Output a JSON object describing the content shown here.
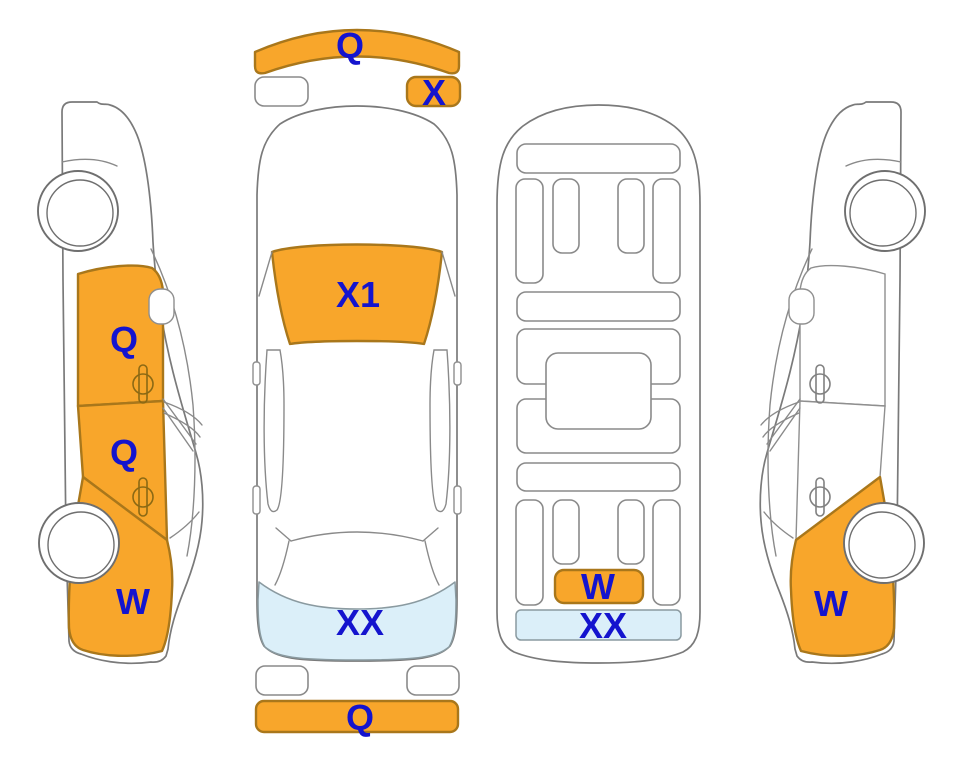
{
  "diagram": {
    "type": "vehicle-damage-diagram",
    "colors": {
      "damage_zone_orange": "#F8A62B",
      "damage_zone_orange_border": "#A9771B",
      "damage_zone_light_blue": "#DBEFF9",
      "label_blue": "#1414CE",
      "outline_gray": "#7a7a7a",
      "background": "#ffffff"
    },
    "views": {
      "left_side": {
        "name": "left-side-view",
        "zones": [
          {
            "part": "front-door",
            "code": "Q"
          },
          {
            "part": "rear-door",
            "code": "Q"
          },
          {
            "part": "rear-quarter-panel",
            "code": "W"
          }
        ]
      },
      "top": {
        "name": "top-view",
        "zones": [
          {
            "part": "front-bumper",
            "code": "Q"
          },
          {
            "part": "right-headlight",
            "code": "X"
          },
          {
            "part": "windshield",
            "code": "X1"
          },
          {
            "part": "trunk",
            "code": "XX"
          },
          {
            "part": "rear-bumper",
            "code": "Q"
          }
        ]
      },
      "underside": {
        "name": "underside-view",
        "zones": [
          {
            "part": "rear-cross-member",
            "code": "W"
          },
          {
            "part": "rear-end-panel",
            "code": "XX"
          }
        ]
      },
      "right_side": {
        "name": "right-side-view",
        "zones": [
          {
            "part": "rear-quarter-panel",
            "code": "W"
          }
        ]
      }
    }
  }
}
